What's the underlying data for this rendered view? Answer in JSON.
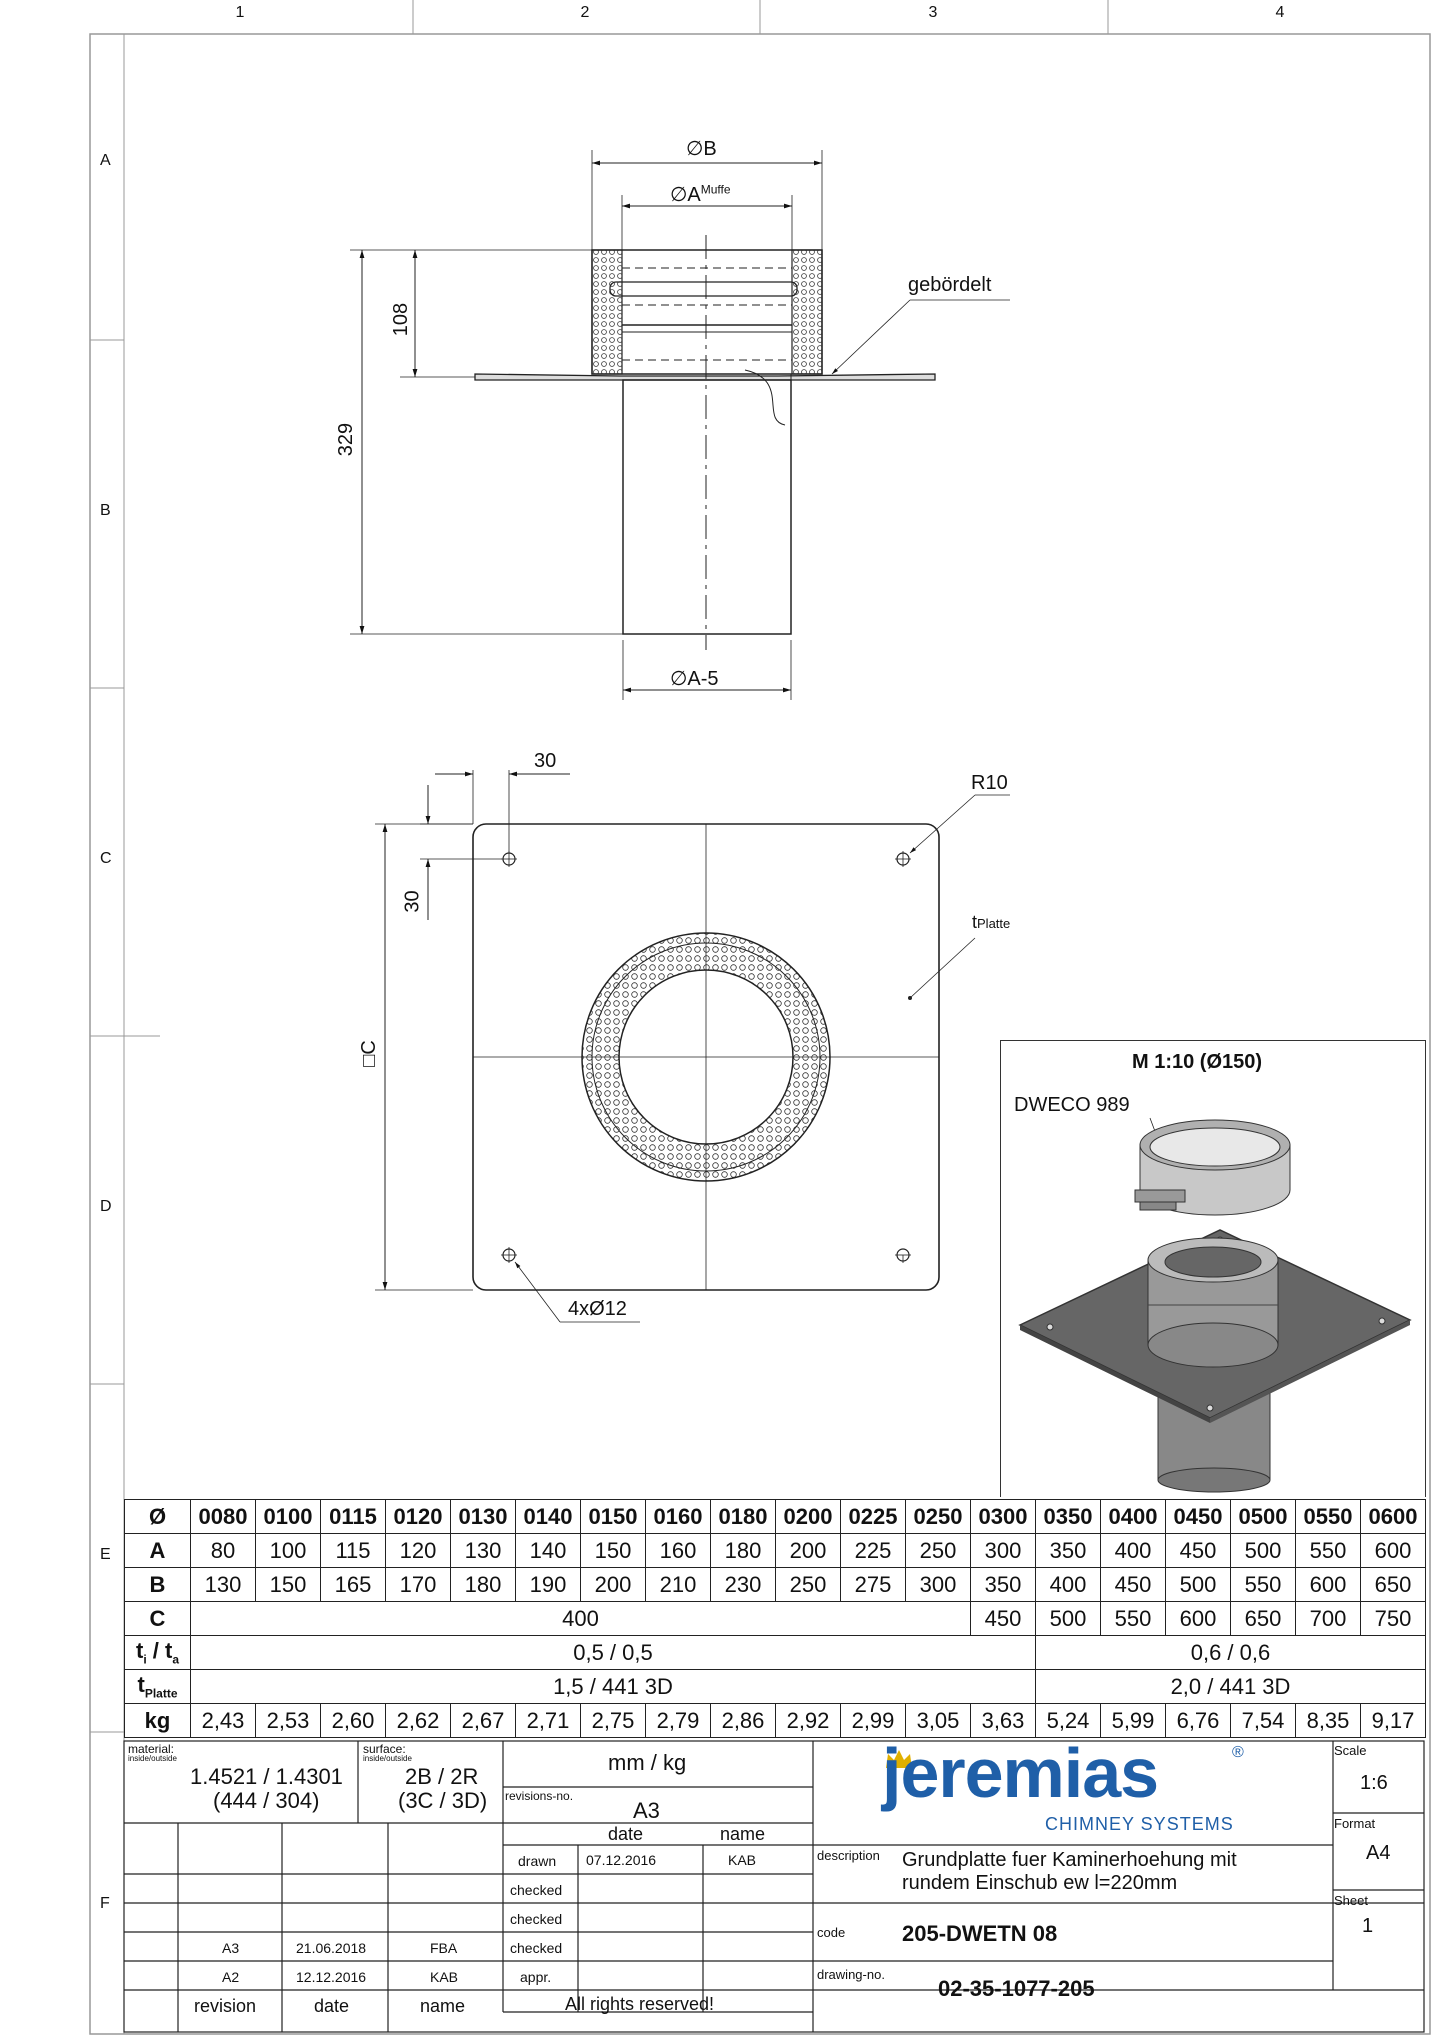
{
  "zones": {
    "columns": [
      "1",
      "2",
      "3",
      "4"
    ],
    "rows": [
      "A",
      "B",
      "C",
      "D",
      "E",
      "F"
    ]
  },
  "drawing_side": {
    "dim_B": "∅B",
    "dim_A": "∅A",
    "dim_A_sup": "Muffe",
    "dim_108": "108",
    "dim_329": "329",
    "dim_A5": "∅A-5",
    "label_flanged": "gebördelt"
  },
  "drawing_top": {
    "dim_30_top": "30",
    "dim_30_side": "30",
    "dim_C": "□C",
    "radius": "R10",
    "t_platte": "t",
    "t_platte_sub": "Platte",
    "holes": "4xØ12"
  },
  "detail": {
    "scale_title": "M 1:10 (Ø150)",
    "clamp_label": "DWECO 989"
  },
  "table": {
    "header": [
      "Ø",
      "0080",
      "0100",
      "0115",
      "0120",
      "0130",
      "0140",
      "0150",
      "0160",
      "0180",
      "0200",
      "0225",
      "0250",
      "0300",
      "0350",
      "0400",
      "0450",
      "0500",
      "0550",
      "0600"
    ],
    "row_A": {
      "label": "A",
      "values": [
        "80",
        "100",
        "115",
        "120",
        "130",
        "140",
        "150",
        "160",
        "180",
        "200",
        "225",
        "250",
        "300",
        "350",
        "400",
        "450",
        "500",
        "550",
        "600"
      ]
    },
    "row_B": {
      "label": "B",
      "values": [
        "130",
        "150",
        "165",
        "170",
        "180",
        "190",
        "200",
        "210",
        "230",
        "250",
        "275",
        "300",
        "350",
        "400",
        "450",
        "500",
        "550",
        "600",
        "650"
      ]
    },
    "row_C": {
      "label": "C",
      "span_value": "400",
      "values": [
        "450",
        "500",
        "550",
        "600",
        "650",
        "700",
        "750"
      ]
    },
    "row_t": {
      "label_main": "t",
      "label_sub1": "i",
      "label_sep": " / t",
      "label_sub2": "a",
      "left": "0,5 / 0,5",
      "right": "0,6 / 0,6"
    },
    "row_tp": {
      "label_main": "t",
      "label_sub": "Platte",
      "left": "1,5 / 441 3D",
      "right": "2,0 / 441 3D"
    },
    "row_kg": {
      "label": "kg",
      "values": [
        "2,43",
        "2,53",
        "2,60",
        "2,62",
        "2,67",
        "2,71",
        "2,75",
        "2,79",
        "2,86",
        "2,92",
        "2,99",
        "3,05",
        "3,63",
        "5,24",
        "5,99",
        "6,76",
        "7,54",
        "8,35",
        "9,17"
      ]
    }
  },
  "title_block": {
    "material_label": "material:",
    "material_sub": "inside/outside",
    "material_line1": "1.4521 / 1.4301",
    "material_line2": "(444 / 304)",
    "surface_label": "surface:",
    "surface_sub": "inside/outside",
    "surface_line1": "2B / 2R",
    "surface_line2": "(3C / 3D)",
    "units": "mm / kg",
    "revisions_label": "revisions-no.",
    "revision_no": "A3",
    "date_header": "date",
    "name_header": "name",
    "drawn_label": "drawn",
    "drawn_date": "07.12.2016",
    "drawn_name": "KAB",
    "checked_label": "checked",
    "appr_label": "appr.",
    "rev_rows": [
      {
        "rev": "A3",
        "date": "21.06.2018",
        "name": "FBA"
      },
      {
        "rev": "A2",
        "date": "12.12.2016",
        "name": "KAB"
      }
    ],
    "revision_header": "revision",
    "date_col_header": "date",
    "name_col_header": "name",
    "rights": "All rights reserved!",
    "brand": "jeremias",
    "brand_reg": "®",
    "brand_sub": "CHIMNEY SYSTEMS",
    "description_label": "description",
    "description_line1": "Grundplatte fuer Kaminerhoehung mit",
    "description_line2": "rundem Einschub ew l=220mm",
    "code_label": "code",
    "code": "205-DWETN 08",
    "drawing_no_label": "drawing-no.",
    "drawing_no": "02-35-1077-205",
    "scale_label": "Scale",
    "scale": "1:6",
    "format_label": "Format",
    "format": "A4",
    "sheet_label": "Sheet",
    "sheet": "1"
  },
  "colors": {
    "line": "#222222",
    "brand_blue": "#1f5fa8",
    "crown_gold": "#e0b000"
  }
}
